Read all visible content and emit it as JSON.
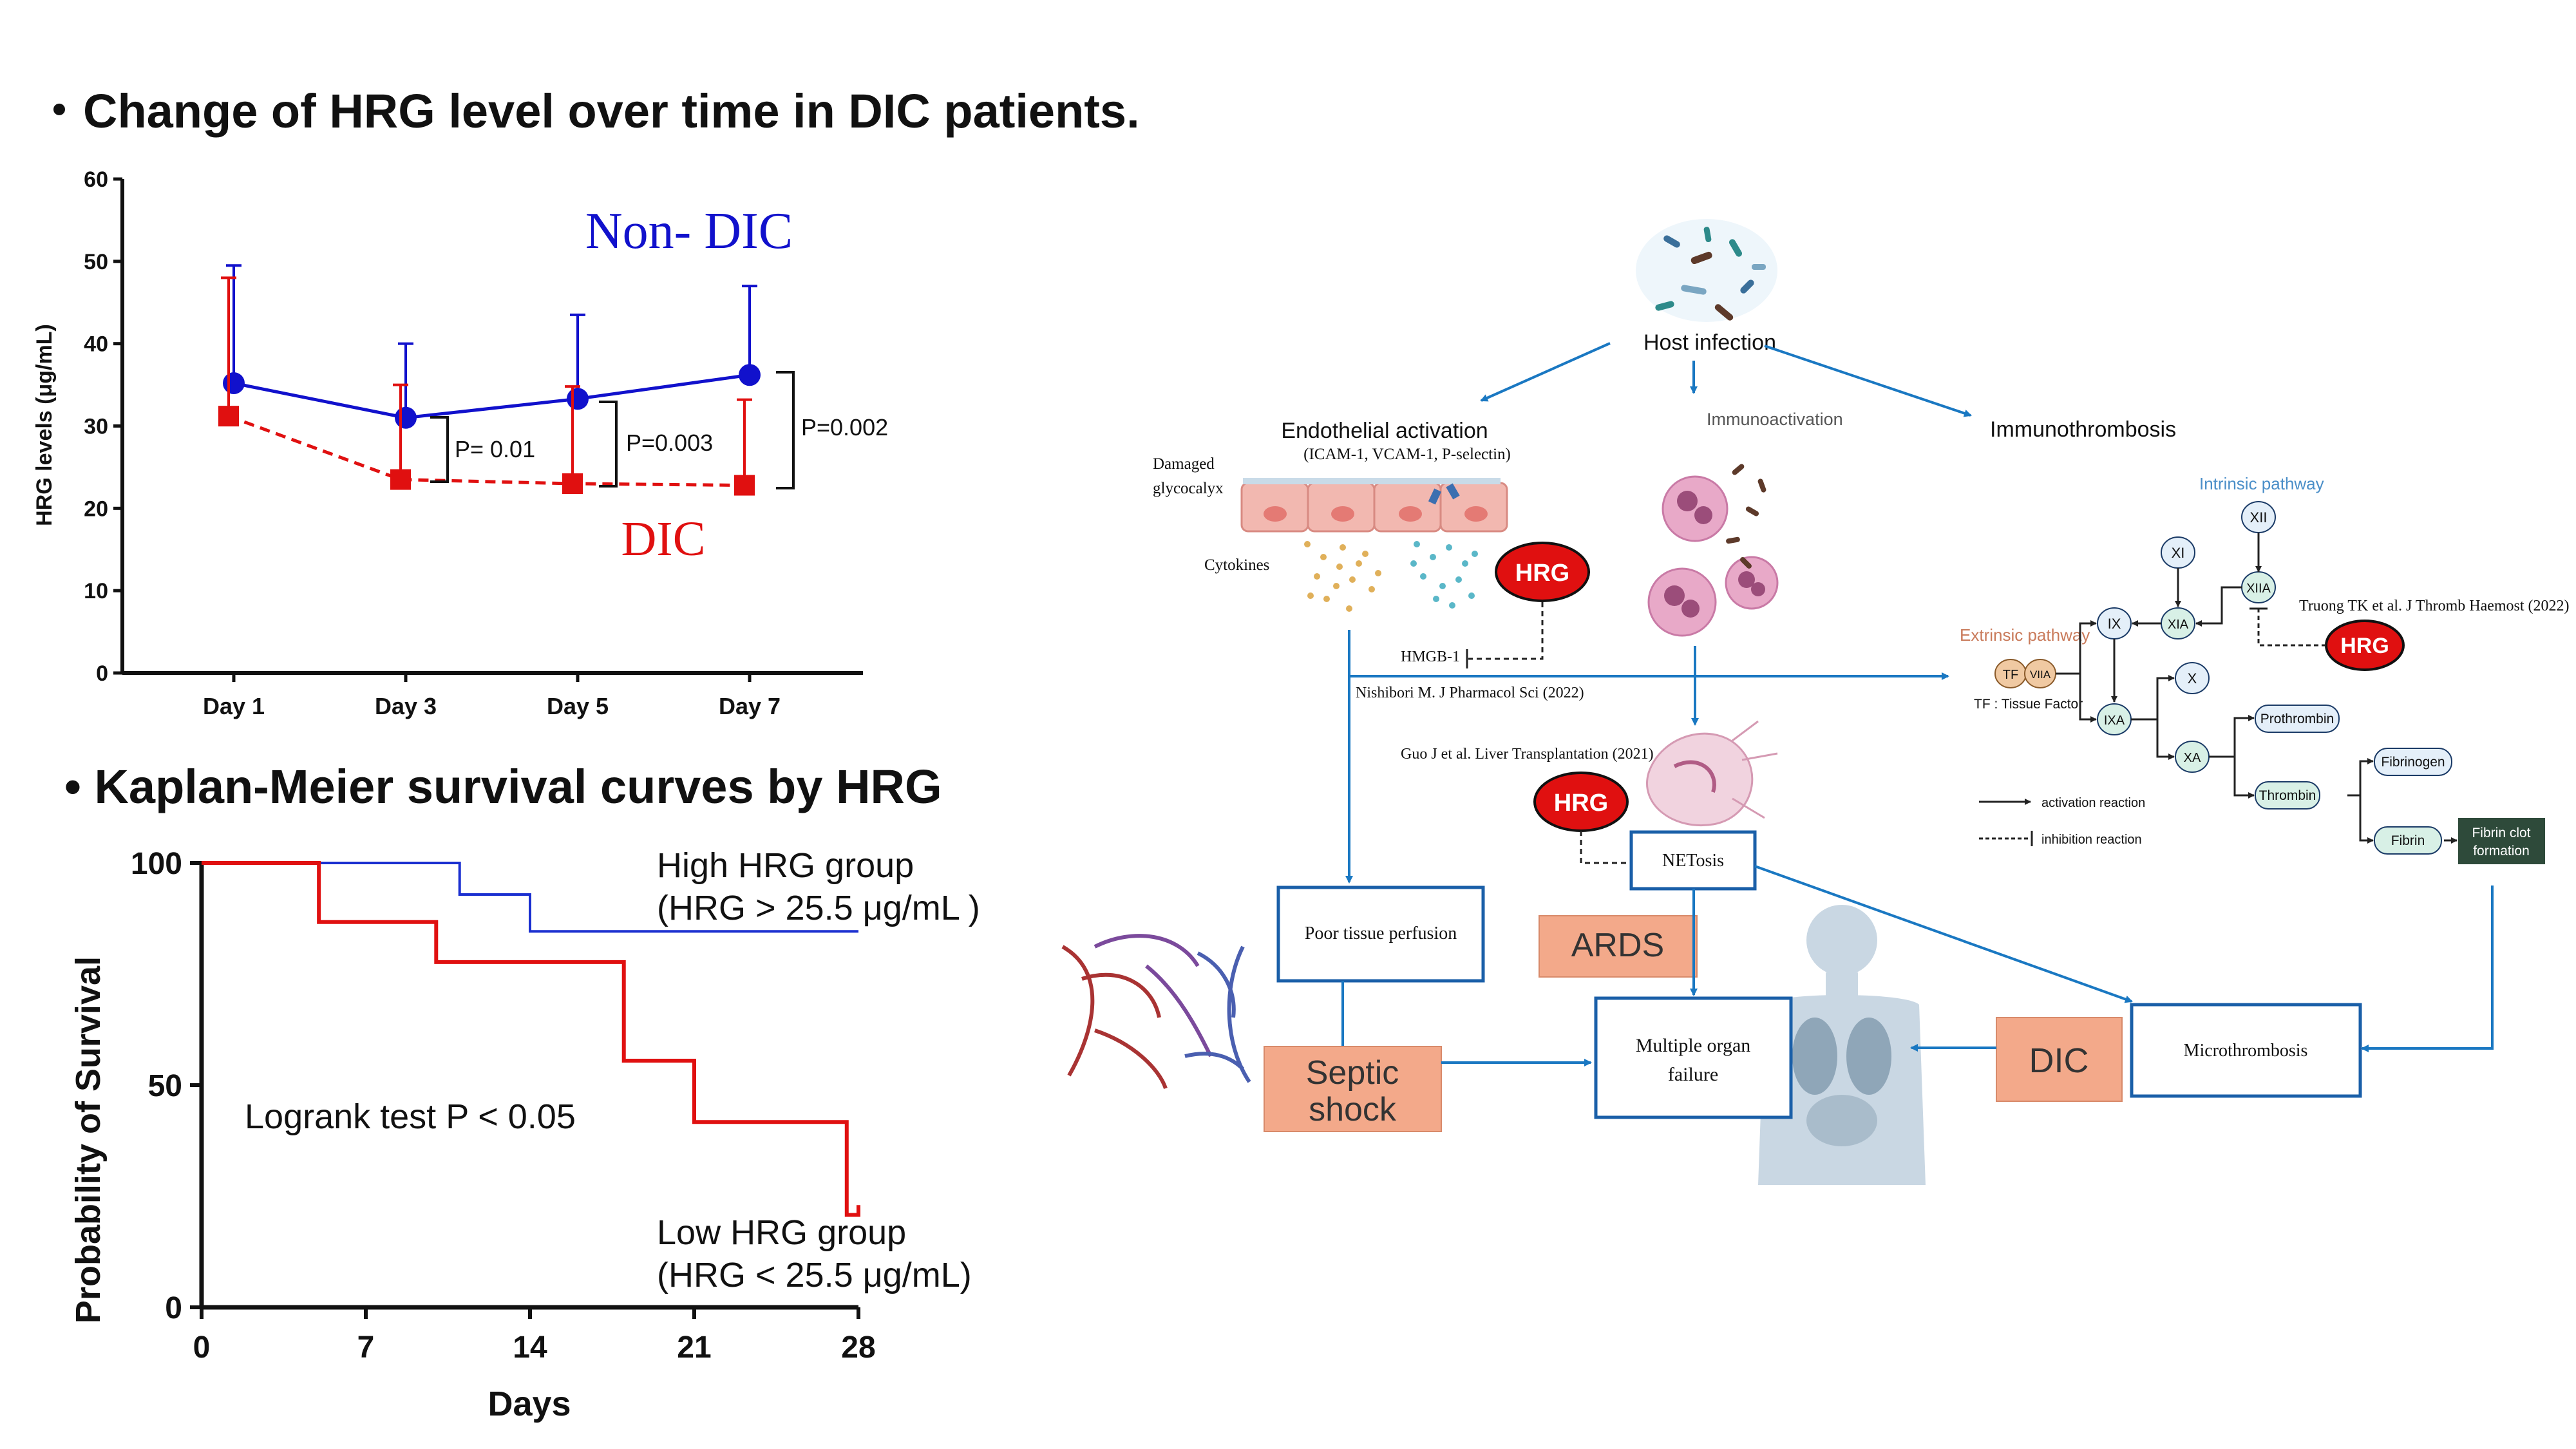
{
  "heading_hrg": "・Change of HRG level over time in DIC patients.",
  "heading_km": "•   Kaplan-Meier survival curves by HRG",
  "hrg_chart": {
    "ylabel": "HRG levels (μg/mL)",
    "series_label_nondic": "Non- DIC",
    "series_label_dic": "DIC",
    "pvalues": [
      "P= 0.01",
      "P=0.003",
      "P=0.002"
    ]
  },
  "km_chart": {
    "xlabel": "Days",
    "ylabel": "Probability of Survival",
    "high_line1": "High HRG group",
    "high_line2": "(HRG > 25.5 μg/mL )",
    "low_line1": "Low HRG group",
    "low_line2": "(HRG < 25.5 μg/mL)",
    "logrank": "Logrank test P < 0.05"
  },
  "chart_data": [
    {
      "type": "line",
      "categories": [
        "Day 1",
        "Day 3",
        "Day 5",
        "Day 7"
      ],
      "ylabel": "HRG levels (μg/mL)",
      "ylim": [
        0,
        60
      ],
      "yticks": [
        0,
        10,
        20,
        30,
        40,
        50,
        60
      ],
      "series": [
        {
          "name": "Non- DIC",
          "values": [
            35.2,
            31.0,
            33.3,
            36.2
          ],
          "err_upper": [
            49.5,
            40.0,
            43.5,
            47.0
          ],
          "color": "#1111cc"
        },
        {
          "name": "DIC",
          "values": [
            31.2,
            23.5,
            23.0,
            22.8
          ],
          "err_upper": [
            48.0,
            35.0,
            34.8,
            33.2
          ],
          "color": "#e01010"
        }
      ],
      "annotations": [
        "P= 0.01",
        "P=0.003",
        "P=0.002"
      ]
    },
    {
      "type": "line",
      "xlabel": "Days",
      "ylabel": "Probability of Survival",
      "xlim": [
        0,
        28
      ],
      "ylim": [
        0,
        100
      ],
      "xticks": [
        0,
        7,
        14,
        21,
        28
      ],
      "yticks": [
        0,
        50,
        100
      ],
      "series": [
        {
          "name": "High HRG group",
          "color": "#1a2fd0",
          "steps": [
            [
              0,
              100
            ],
            [
              11,
              100
            ],
            [
              11,
              92.9
            ],
            [
              14,
              92.9
            ],
            [
              14,
              84.6
            ],
            [
              28,
              84.6
            ]
          ]
        },
        {
          "name": "Low HRG group",
          "color": "#e01010",
          "steps": [
            [
              0,
              100
            ],
            [
              5,
              100
            ],
            [
              5,
              86.7
            ],
            [
              10,
              86.7
            ],
            [
              10,
              77.7
            ],
            [
              18,
              77.7
            ],
            [
              18,
              55.5
            ],
            [
              21,
              55.5
            ],
            [
              21,
              41.7
            ],
            [
              27.5,
              41.7
            ],
            [
              27.5,
              20.8
            ],
            [
              28,
              20.8
            ],
            [
              28,
              23
            ]
          ]
        }
      ],
      "annotations": [
        "Logrank test P < 0.05"
      ]
    }
  ],
  "diagram": {
    "host_infection": "Host infection",
    "endothelial_activation": "Endothelial activation",
    "endothelial_markers": "(ICAM-1, VCAM-1, P-selectin)",
    "damaged_line1": "Damaged",
    "damaged_line2": "glycocalyx",
    "cytokines": "Cytokines",
    "hrg": "HRG",
    "hmgb1": "HMGB-1",
    "ref_nishibori": "Nishibori M. J Pharmacol Sci (2022)",
    "immunoactivation": "Immunoactivation",
    "immunothrombosis": "Immunothrombosis",
    "ref_guo": "Guo J et al. Liver Transplantation (2021)",
    "netosis": "NETosis",
    "ards": "ARDS",
    "poor_perfusion": "Poor tissue perfusion",
    "septic_line1": "Septic",
    "septic_line2": "shock",
    "mof_line1": "Multiple organ",
    "mof_line2": "failure",
    "dic": "DIC",
    "microthrombosis": "Microthrombosis",
    "intrinsic_pathway": "Intrinsic pathway",
    "extrinsic_pathway": "Extrinsic pathway",
    "ref_truong": "Truong TK et al. J Thromb Haemost (2022)",
    "xii": "XII",
    "xi": "XI",
    "xiia": "XIIA",
    "xia": "XIA",
    "ix": "IX",
    "ixa": "IXA",
    "x": "X",
    "xa": "XA",
    "tf": "TF",
    "viia": "VIIA",
    "tf_label": "TF : Tissue Factor",
    "prothrombin": "Prothrombin",
    "thrombin": "Thrombin",
    "fibrinogen": "Fibrinogen",
    "fibrin": "Fibrin",
    "clot_line1": "Fibrin clot",
    "clot_line2": "formation",
    "legend_activation": "activation reaction",
    "legend_inhibition": "inhibition reaction"
  },
  "colors": {
    "blue_arrow": "#1a78c2",
    "hrg_red": "#e01010",
    "box_salmon": "#f3a98a",
    "clot_green": "#2e4a3a"
  }
}
